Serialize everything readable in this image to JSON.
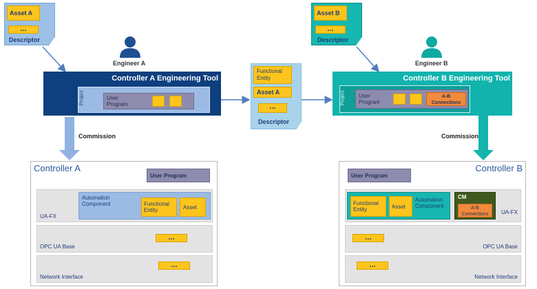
{
  "engineer_a": {
    "label": "Engineer A",
    "tool_title": "Controller A Engineering Tool",
    "project_label": "Project",
    "user_program": "User\nProgram"
  },
  "engineer_b": {
    "label": "Engineer B",
    "tool_title": "Controller B Engineering Tool",
    "project_label": "Project",
    "user_program": "User\nProgram",
    "ab_connections": "A-B\nConnections"
  },
  "descriptor_a": {
    "asset": "Asset A",
    "dots": "...",
    "label": "Descriptor"
  },
  "descriptor_b": {
    "asset": "Asset B",
    "dots": "...",
    "label": "Descriptor"
  },
  "descriptor_mid": {
    "functional_entity": "Functional\nEntity",
    "asset": "Asset A",
    "dots": "...",
    "label": "Descriptor"
  },
  "commission_label": "Commission",
  "controller_a": {
    "title": "Controller A",
    "user_program": "User Program",
    "automation_component": "Automation\nComponent",
    "functional_entity": "Functional\nEntity",
    "asset": "Asset",
    "layer_uafx": "UA-FX",
    "layer_opc": "OPC UA Base",
    "layer_net": "Network Interface",
    "dots": "..."
  },
  "controller_b": {
    "title": "Controller B",
    "user_program": "User Program",
    "functional_entity": "Functional\nEntity",
    "asset": "Asset",
    "automation_component": "Automation\nComponent",
    "cm": "CM",
    "ab_connections": "A-B\nConnections",
    "layer_uafx": "UA-FX",
    "layer_opc": "OPC UA Base",
    "layer_net": "Network Interface",
    "dots": "..."
  },
  "colors": {
    "navy": "#0e3f7e",
    "teal": "#12b3ad",
    "arrow_blue": "#6a9bd8",
    "yellow": "#fdc51c",
    "purple_gray": "#8f8faf"
  }
}
